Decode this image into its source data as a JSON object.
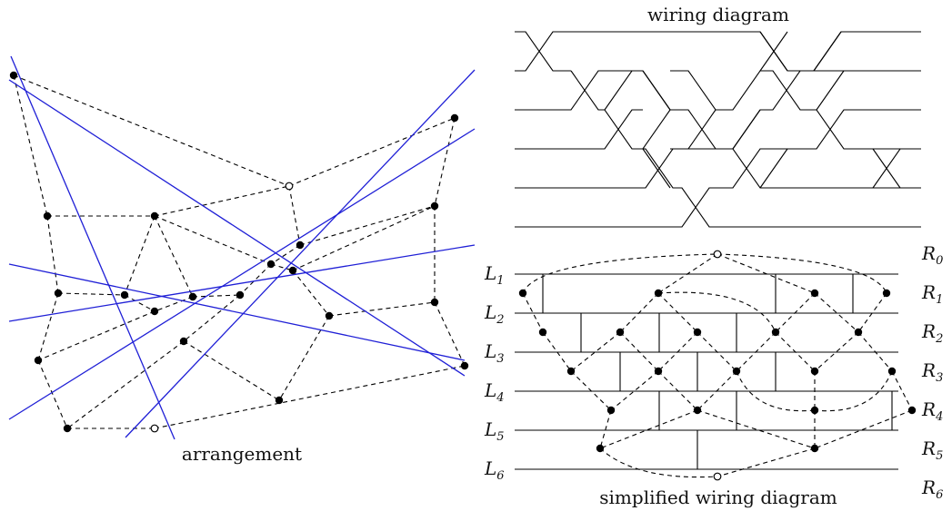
{
  "titles": {
    "arrangement": "arrangement",
    "wiring": "wiring diagram",
    "simplified": "simplified wiring diagram"
  },
  "left_labels": [
    {
      "base": "L",
      "sub": "1"
    },
    {
      "base": "L",
      "sub": "2"
    },
    {
      "base": "L",
      "sub": "3"
    },
    {
      "base": "L",
      "sub": "4"
    },
    {
      "base": "L",
      "sub": "5"
    },
    {
      "base": "L",
      "sub": "6"
    }
  ],
  "right_labels": [
    {
      "base": "R",
      "sub": "0"
    },
    {
      "base": "R",
      "sub": "1"
    },
    {
      "base": "R",
      "sub": "2"
    },
    {
      "base": "R",
      "sub": "3"
    },
    {
      "base": "R",
      "sub": "4"
    },
    {
      "base": "R",
      "sub": "5"
    },
    {
      "base": "R",
      "sub": "6"
    }
  ],
  "colors": {
    "lines": "#1f1fd6",
    "ink": "#000000"
  }
}
